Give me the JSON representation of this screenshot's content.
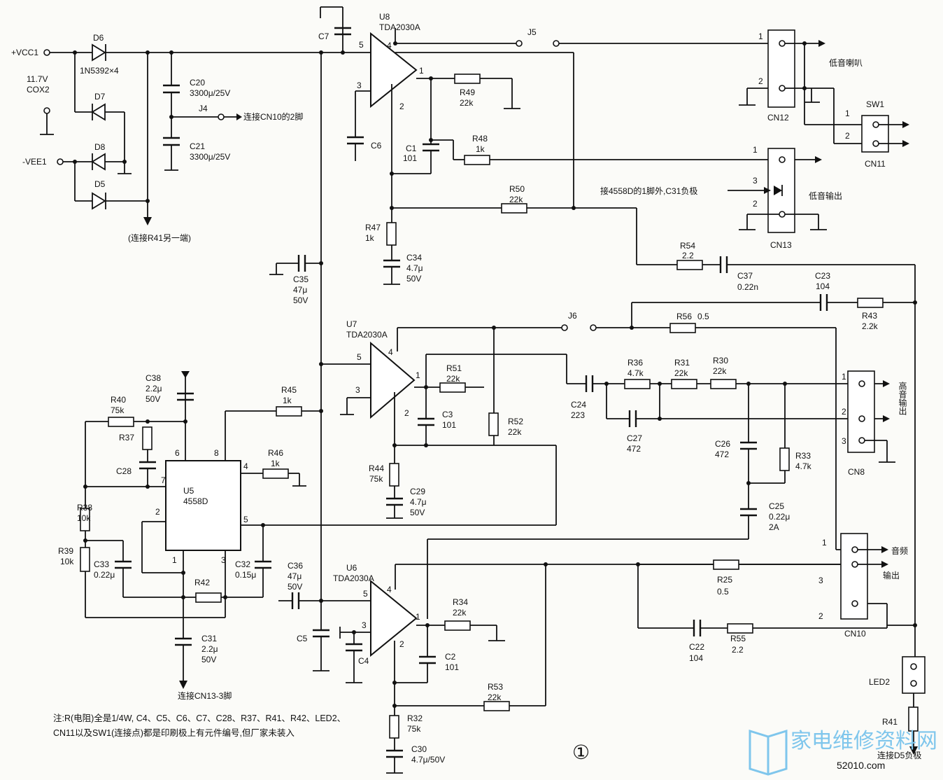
{
  "power": {
    "vcc": "+VCC1",
    "vee": "-VEE1",
    "supply_volts": "11.7V",
    "supply_count": "COX2",
    "d6": "D6",
    "d6_val": "1N5392×4",
    "d7": "D7",
    "d8": "D8",
    "d5": "D5",
    "c20": "C20",
    "c20_val": "3300μ/25V",
    "c21": "C21",
    "c21_val": "3300μ/25V",
    "j4": "J4",
    "to_cn10": "连接CN10的2脚",
    "to_r41": "(连接R41另一端)"
  },
  "amp_u8": {
    "name": "U8",
    "chip": "TDA2030A",
    "c7": "C7",
    "c6": "C6",
    "j5": "J5",
    "r49": "R49",
    "r49_val": "22k",
    "c1": "C1",
    "c1_val": "101",
    "r48": "R48",
    "r48_val": "1k",
    "r50": "R50",
    "r50_val": "22k",
    "r47": "R47",
    "r47_val": "1k",
    "c34": "C34",
    "c34_val": "4.7μ",
    "c34_volt": "50V",
    "pin5": "5",
    "pin4": "4",
    "pin3": "3",
    "pin2": "2",
    "pin1": "1"
  },
  "bass_out": {
    "cn12": "CN12",
    "bass_speaker": "低音喇叭",
    "sw1": "SW1",
    "cn11": "CN11",
    "cn13": "CN13",
    "bass_output": "低音输出",
    "note_4558": "接4558D的1脚外,C31负极",
    "p1": "1",
    "p2": "2",
    "p3": "3"
  },
  "mid": {
    "c35": "C35",
    "c35_val": "47μ",
    "c35_volt": "50V",
    "r54": "R54",
    "r54_val": "2.2",
    "c37": "C37",
    "c37_val": "0.22n",
    "c23": "C23",
    "c23_val": "104",
    "r43": "R43",
    "r43_val": "2.2k",
    "r56": "R56",
    "r56_val": "0.5",
    "j6": "J6"
  },
  "amp_u7": {
    "name": "U7",
    "chip": "TDA2030A",
    "r51": "R51",
    "r51_val": "22k",
    "c3": "C3",
    "c3_val": "101",
    "r52": "R52",
    "r52_val": "22k",
    "r44": "R44",
    "r44_val": "75k",
    "c29": "C29",
    "c29_val": "4.7μ",
    "c29_volt": "50V",
    "r45": "R45",
    "r45_val": "1k"
  },
  "treble": {
    "c24": "C24",
    "c24_val": "223",
    "r36": "R36",
    "r36_val": "4.7k",
    "r31": "R31",
    "r31_val": "22k",
    "r30": "R30",
    "r30_val": "22k",
    "c27": "C27",
    "c27_val": "472",
    "c26": "C26",
    "c26_val": "472",
    "r33": "R33",
    "r33_val": "4.7k",
    "c25": "C25",
    "c25_val": "0.22μ",
    "c25_extra": "2A",
    "cn8": "CN8",
    "treble_output": "高音输出"
  },
  "preamp": {
    "u5": "U5",
    "chip": "4558D",
    "c38": "C38",
    "c38_val": "2.2μ",
    "c38_volt": "50V",
    "r40": "R40",
    "r40_val": "75k",
    "r37": "R37",
    "c28": "C28",
    "r38": "R38",
    "r38_val": "10k",
    "r39": "R39",
    "r39_val": "10k",
    "c33": "C33",
    "c33_val": "0.22μ",
    "c32": "C32",
    "c32_val": "0.15μ",
    "r42": "R42",
    "r46": "R46",
    "r46_val": "1k",
    "c31": "C31",
    "c31_val": "2.2μ",
    "c31_volt": "50V",
    "to_cn13": "连接CN13-3脚",
    "p1": "1",
    "p2": "2",
    "p3": "3",
    "p4": "4",
    "p5": "5",
    "p6": "6",
    "p7": "7",
    "p8": "8"
  },
  "amp_u6": {
    "name": "U6",
    "chip": "TDA2030A",
    "c36": "C36",
    "c36_val": "47μ",
    "c36_volt": "50V",
    "c5": "C5",
    "c4": "C4",
    "r34": "R34",
    "r34_val": "22k",
    "c2": "C2",
    "c2_val": "101",
    "r53": "R53",
    "r53_val": "22k",
    "r32": "R32",
    "r32_val": "75k",
    "c30": "C30",
    "c30_val": "4.7μ/50V"
  },
  "audio_out": {
    "r25": "R25",
    "r25_val": "0.5",
    "c22": "C22",
    "c22_val": "104",
    "r55": "R55",
    "r55_val": "2.2",
    "cn10": "CN10",
    "audio": "音频",
    "output": "输出",
    "led2": "LED2",
    "r41": "R41",
    "to_d5": "连接D5负极"
  },
  "footnote": {
    "line1": "注:R(电阻)全是1/4W, C4、C5、C6、C7、C28、R37、R41、R42、LED2、",
    "line2": "CN11以及SW1(连接点)都是印刷极上有元件编号,但厂家未装入"
  },
  "figure_no": "①",
  "watermark": {
    "cn": "家电维修资料网",
    "url": "52010.com",
    "color": "#7fc6ec"
  }
}
